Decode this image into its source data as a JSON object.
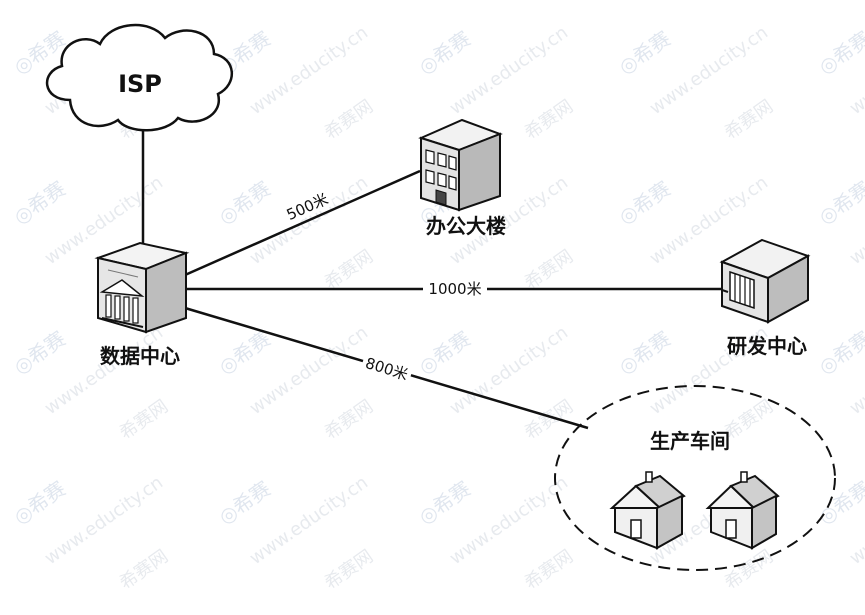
{
  "cloud": {
    "label": "ISP"
  },
  "nodes": {
    "datacenter": "数据中心",
    "office": "办公大楼",
    "rnd": "研发中心",
    "workshop": "生产车间"
  },
  "links": {
    "office": "500米",
    "rnd": "1000米",
    "workshop": "800米"
  },
  "watermark": {
    "brand": "希赛",
    "site": "www.educity.cn",
    "net": "希赛网"
  }
}
